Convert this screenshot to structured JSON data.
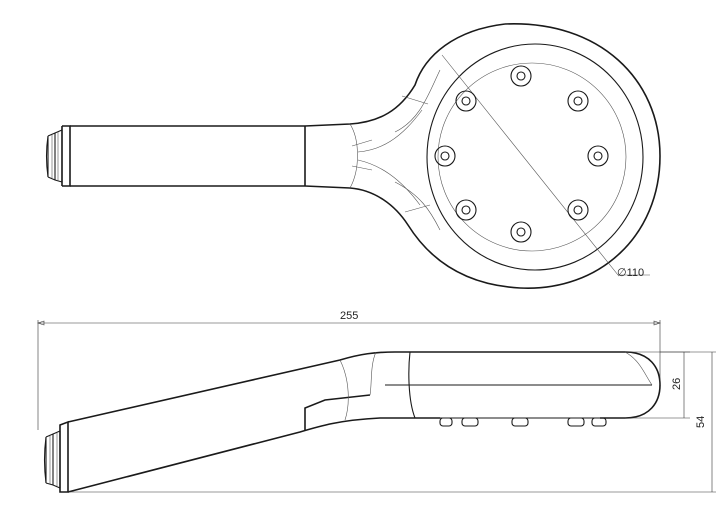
{
  "dimensions": {
    "diameter_label": "∅110",
    "overall_length": "255",
    "face_height": "26",
    "total_height": "54"
  },
  "colors": {
    "line": "#1a1a1a",
    "thin_line": "#555555",
    "background": "#ffffff"
  }
}
